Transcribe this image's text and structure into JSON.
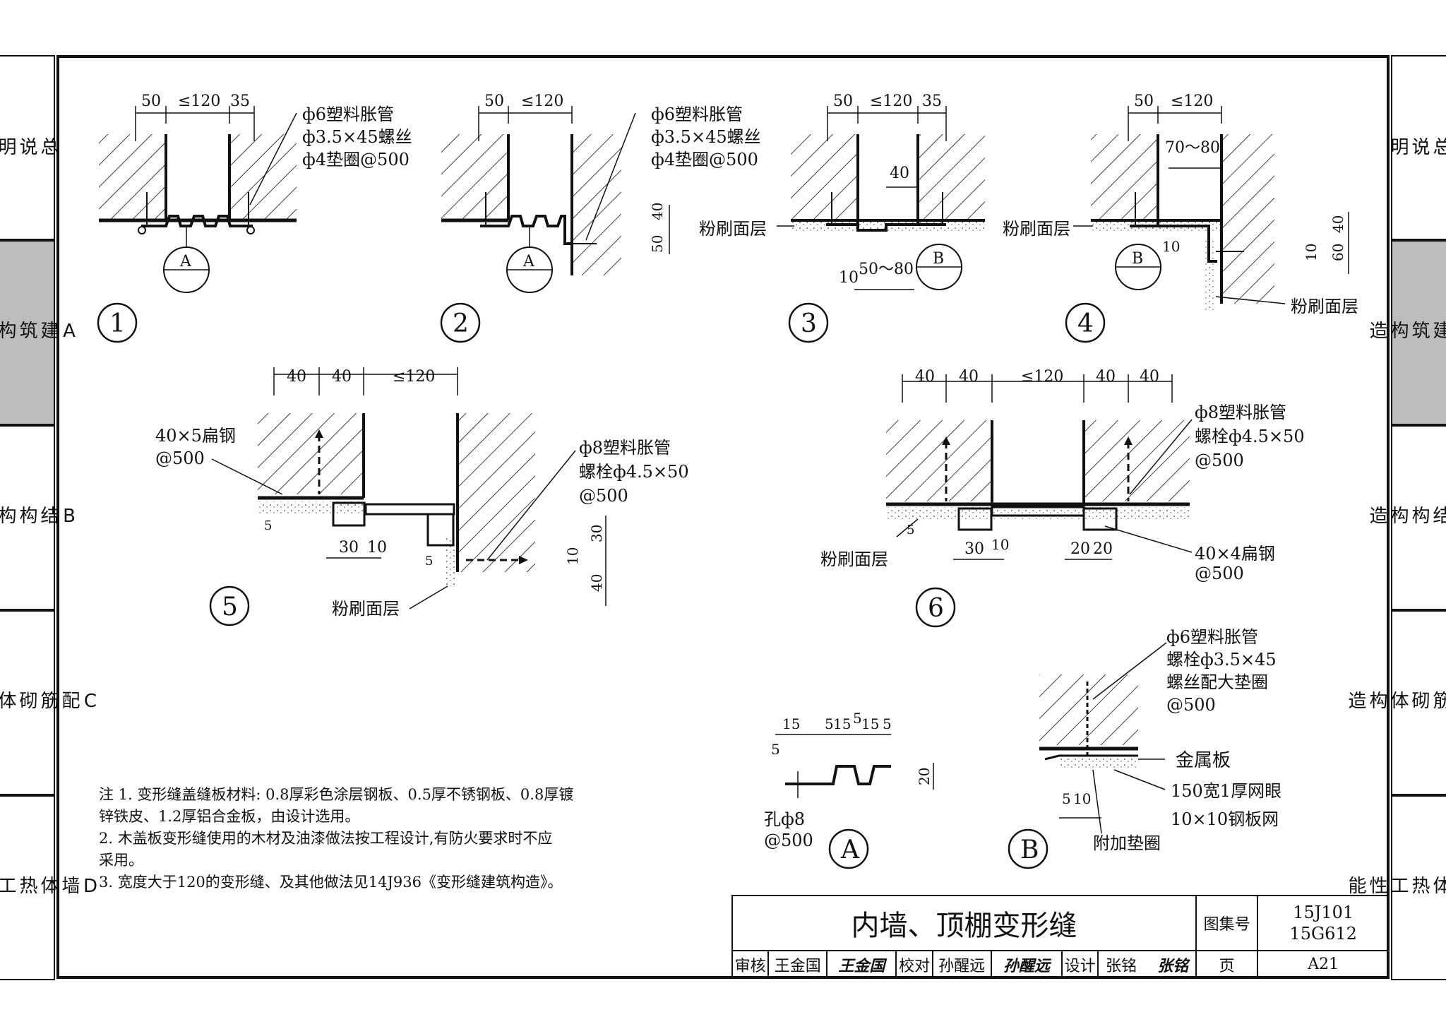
{
  "side_tabs": [
    {
      "label": "总\n说\n明",
      "active": false
    },
    {
      "label": "A\n建\n筑\n构\n造",
      "active": true
    },
    {
      "label": "B\n结\n构\n构\n造",
      "active": false
    },
    {
      "label": "C\n配\n筋\n砌\n体\n构\n造",
      "active": false
    },
    {
      "label": "D\n墙\n体\n热\n工\n性\n能",
      "active": false
    }
  ],
  "details": {
    "d1": {
      "number": "1",
      "dims": [
        "50",
        "≤120",
        "35"
      ],
      "notes": [
        "ф6塑料胀管",
        "ф3.5×45螺丝",
        "ф4垫圈@500"
      ],
      "ref": "A"
    },
    "d2": {
      "number": "2",
      "dims": [
        "50",
        "≤120",
        "40",
        "50"
      ],
      "notes": [
        "ф6塑料胀管",
        "ф3.5×45螺丝",
        "ф4垫圈@500"
      ],
      "ref": "A"
    },
    "d3": {
      "number": "3",
      "dims": [
        "50",
        "≤120",
        "35",
        "40",
        "10",
        "50～80"
      ],
      "notes": [
        "粉刷面层"
      ],
      "ref": "B"
    },
    "d4": {
      "number": "4",
      "dims": [
        "50",
        "≤120",
        "70～80",
        "10",
        "40",
        "60",
        "10"
      ],
      "notes": [
        "粉刷面层",
        "粉刷面层"
      ],
      "ref": "B"
    },
    "d5": {
      "number": "5",
      "dims": [
        "40",
        "40",
        "≤120",
        "5",
        "30",
        "10",
        "5",
        "30",
        "10",
        "40"
      ],
      "notes": [
        "40×5扁钢",
        "@500",
        "ф8塑料胀管",
        "螺栓ф4.5×50",
        "@500",
        "粉刷面层"
      ]
    },
    "d6": {
      "number": "6",
      "dims": [
        "40",
        "40",
        "≤120",
        "40",
        "40",
        "5",
        "30",
        "10",
        "20",
        "20"
      ],
      "notes": [
        "ф8塑料胀管",
        "螺栓ф4.5×50",
        "@500",
        "粉刷面层",
        "40×4扁钢",
        "@500"
      ]
    },
    "dA": {
      "number": "A",
      "dims": [
        "15",
        "5",
        "15",
        "5",
        "15",
        "5",
        "5",
        "20"
      ],
      "notes": [
        "孔ф8",
        "@500"
      ]
    },
    "dB": {
      "number": "B",
      "dims": [
        "5",
        "10"
      ],
      "notes": [
        "ф6塑料胀管",
        "螺栓ф3.5×45",
        "螺丝配大垫圈",
        "@500",
        "金属板",
        "150宽1厚网眼",
        "10×10钢板网",
        "附加垫圈"
      ]
    }
  },
  "notes": {
    "lines": [
      "注 1. 变形缝盖缝板材料: 0.8厚彩色涂层钢板、0.5厚不锈钢板、0.8厚镀",
      "       锌铁皮、1.2厚铝合金板，由设计选用。",
      "    2. 木盖板变形缝使用的木材及油漆做法按工程设计,有防火要求时不应",
      "       采用。",
      "    3. 宽度大于120的变形缝、及其他做法见14J936《变形缝建筑构造》。"
    ]
  },
  "title_block": {
    "title": "内墙、顶棚变形缝",
    "atlas_label": "图集号",
    "atlas_no_1": "15J101",
    "atlas_no_2": "15G612",
    "review_label": "审核",
    "review_name": "王金国",
    "check_label": "校对",
    "check_name": "孙醒远",
    "design_label": "设计",
    "design_name": "张铭",
    "page_label": "页",
    "page_no": "A21",
    "sig_review": "王金国",
    "sig_check": "孙醒远",
    "sig_design": "张铭"
  }
}
